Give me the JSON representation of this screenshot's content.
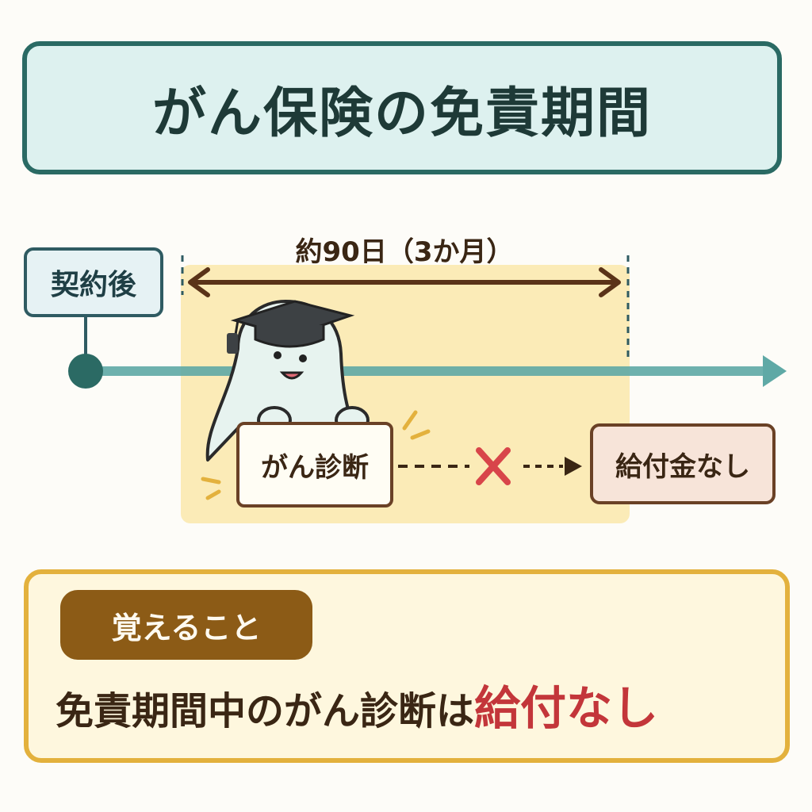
{
  "title": "がん保険の免責期間",
  "timeline": {
    "contract_label": "契約後",
    "period_label": "約90日（3か月）"
  },
  "flow": {
    "diagnosis_label": "がん診断",
    "result_label": "給付金なし"
  },
  "memo": {
    "badge": "覚えること",
    "text_prefix": "免責期間中のがん診断は",
    "text_highlight": "給付なし"
  },
  "colors": {
    "title_border": "#2a6a64",
    "timeline": "#5fa9a6",
    "period_fill": "#fbeab3",
    "highlight_red": "#c3363a",
    "memo_border": "#e3b13d"
  }
}
